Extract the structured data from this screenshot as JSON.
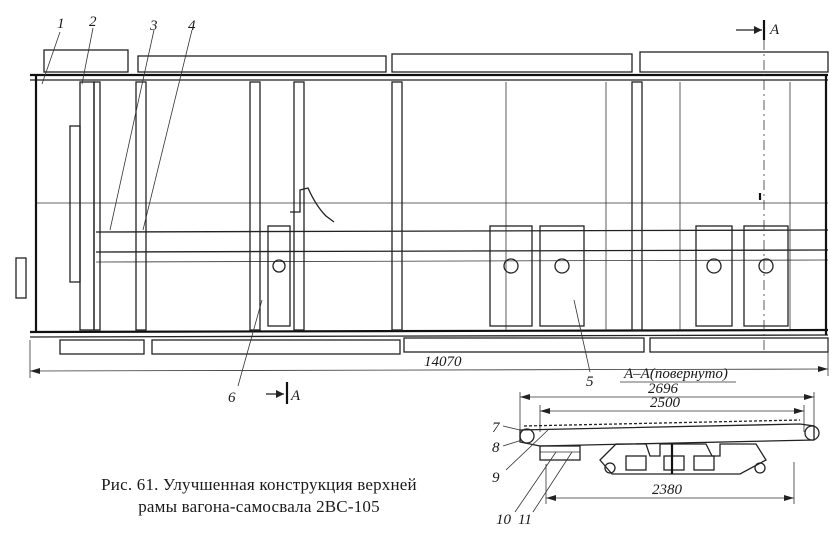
{
  "figure": {
    "caption_line1": "Рис. 61. Улучшенная конструкция верхней",
    "caption_line2": "рамы вагона-самосвала 2ВС-105"
  },
  "callouts": [
    "1",
    "2",
    "3",
    "4",
    "5",
    "6",
    "7",
    "8",
    "9",
    "10",
    "11"
  ],
  "section_mark": "A",
  "section_title": "А–А(повернуто)",
  "dimensions": {
    "overall_length": "14070",
    "section_width_top": "2696",
    "section_width_mid": "2500",
    "section_width_bottom": "2380"
  }
}
